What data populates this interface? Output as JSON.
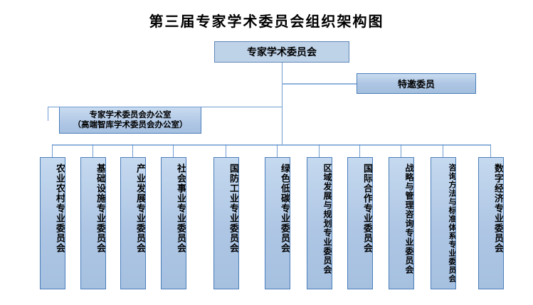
{
  "title": "第三届专家学术委员会组织架构图",
  "nodes": {
    "root": {
      "label": "专家学术委员会"
    },
    "invited": {
      "label": "特邀委员"
    },
    "office": {
      "line1": "专家学术委员会办公室",
      "line2": "（高端智库学术委员会办公室）"
    }
  },
  "committees": [
    {
      "label": "农业农村专业委员会"
    },
    {
      "label": "基础设施专业委员会"
    },
    {
      "label": "产业发展专业委员会"
    },
    {
      "label": "社会事业专业委员会"
    },
    {
      "label": "国防工业专业委员会"
    },
    {
      "label": "绿色低碳专业委员会"
    },
    {
      "label": "区域发展与规划专业委员会"
    },
    {
      "label": "国际合作专业委员会"
    },
    {
      "label": "战略与管理咨询专业委员会"
    },
    {
      "label": "咨询方法与标准体系专业委员会"
    },
    {
      "label": "数字经济专业委员会"
    }
  ],
  "colors": {
    "box_fill_light": "#c5d9ef",
    "box_fill": "#aec6e4",
    "box_border": "#4a7ebb",
    "connector": "#6f9bd1",
    "text": "#000000",
    "background": "#ffffff"
  }
}
